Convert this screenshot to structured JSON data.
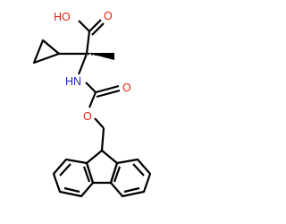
{
  "molecule": {
    "atom_labels": {
      "hydroxyl": "HO",
      "carbonyl_oxygen_acid": "O",
      "amine": "HN",
      "carbonyl_oxygen_carbamate": "O",
      "ether_oxygen": "O"
    },
    "colors": {
      "bond": "#000000",
      "oxygen": "#e8220f",
      "nitrogen": "#1f1fd8",
      "background": "#ffffff"
    }
  }
}
